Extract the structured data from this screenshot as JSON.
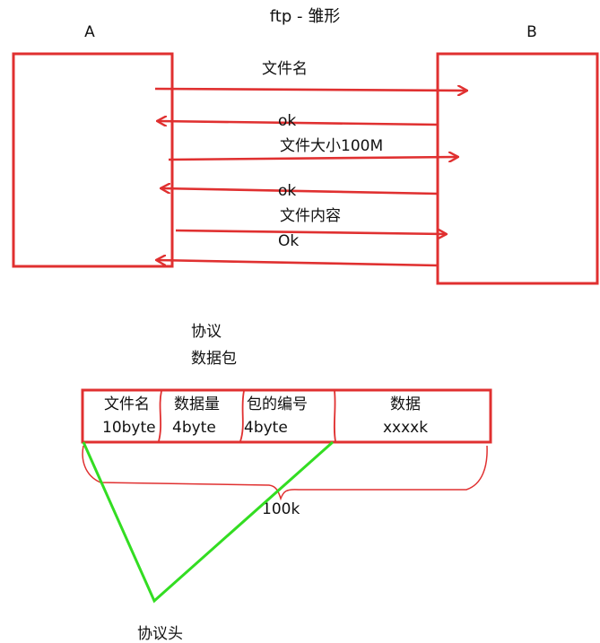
{
  "title": "ftp - 雏形",
  "nodes": {
    "a": "A",
    "b": "B"
  },
  "messages": [
    {
      "label": "文件名",
      "direction": "A→B"
    },
    {
      "label": "ok",
      "direction": "B→A"
    },
    {
      "label": "文件大小100M",
      "direction": "A→B"
    },
    {
      "label": "ok",
      "direction": "B→A"
    },
    {
      "label": "文件内容",
      "direction": "A→B"
    },
    {
      "label": "Ok",
      "direction": "B→A"
    }
  ],
  "protocol": {
    "line1": "协议",
    "line2": "数据包",
    "cells": [
      {
        "name": "文件名",
        "size": "10byte"
      },
      {
        "name": "数据量",
        "size": "4byte"
      },
      {
        "name": "包的编号",
        "size": "4byte"
      },
      {
        "name": "数据",
        "size": "xxxxk"
      }
    ],
    "brace_label": "100k",
    "header_label": "协议头"
  },
  "colors": {
    "ink": "#e03030",
    "header": "#33dd22",
    "text": "#111111"
  }
}
